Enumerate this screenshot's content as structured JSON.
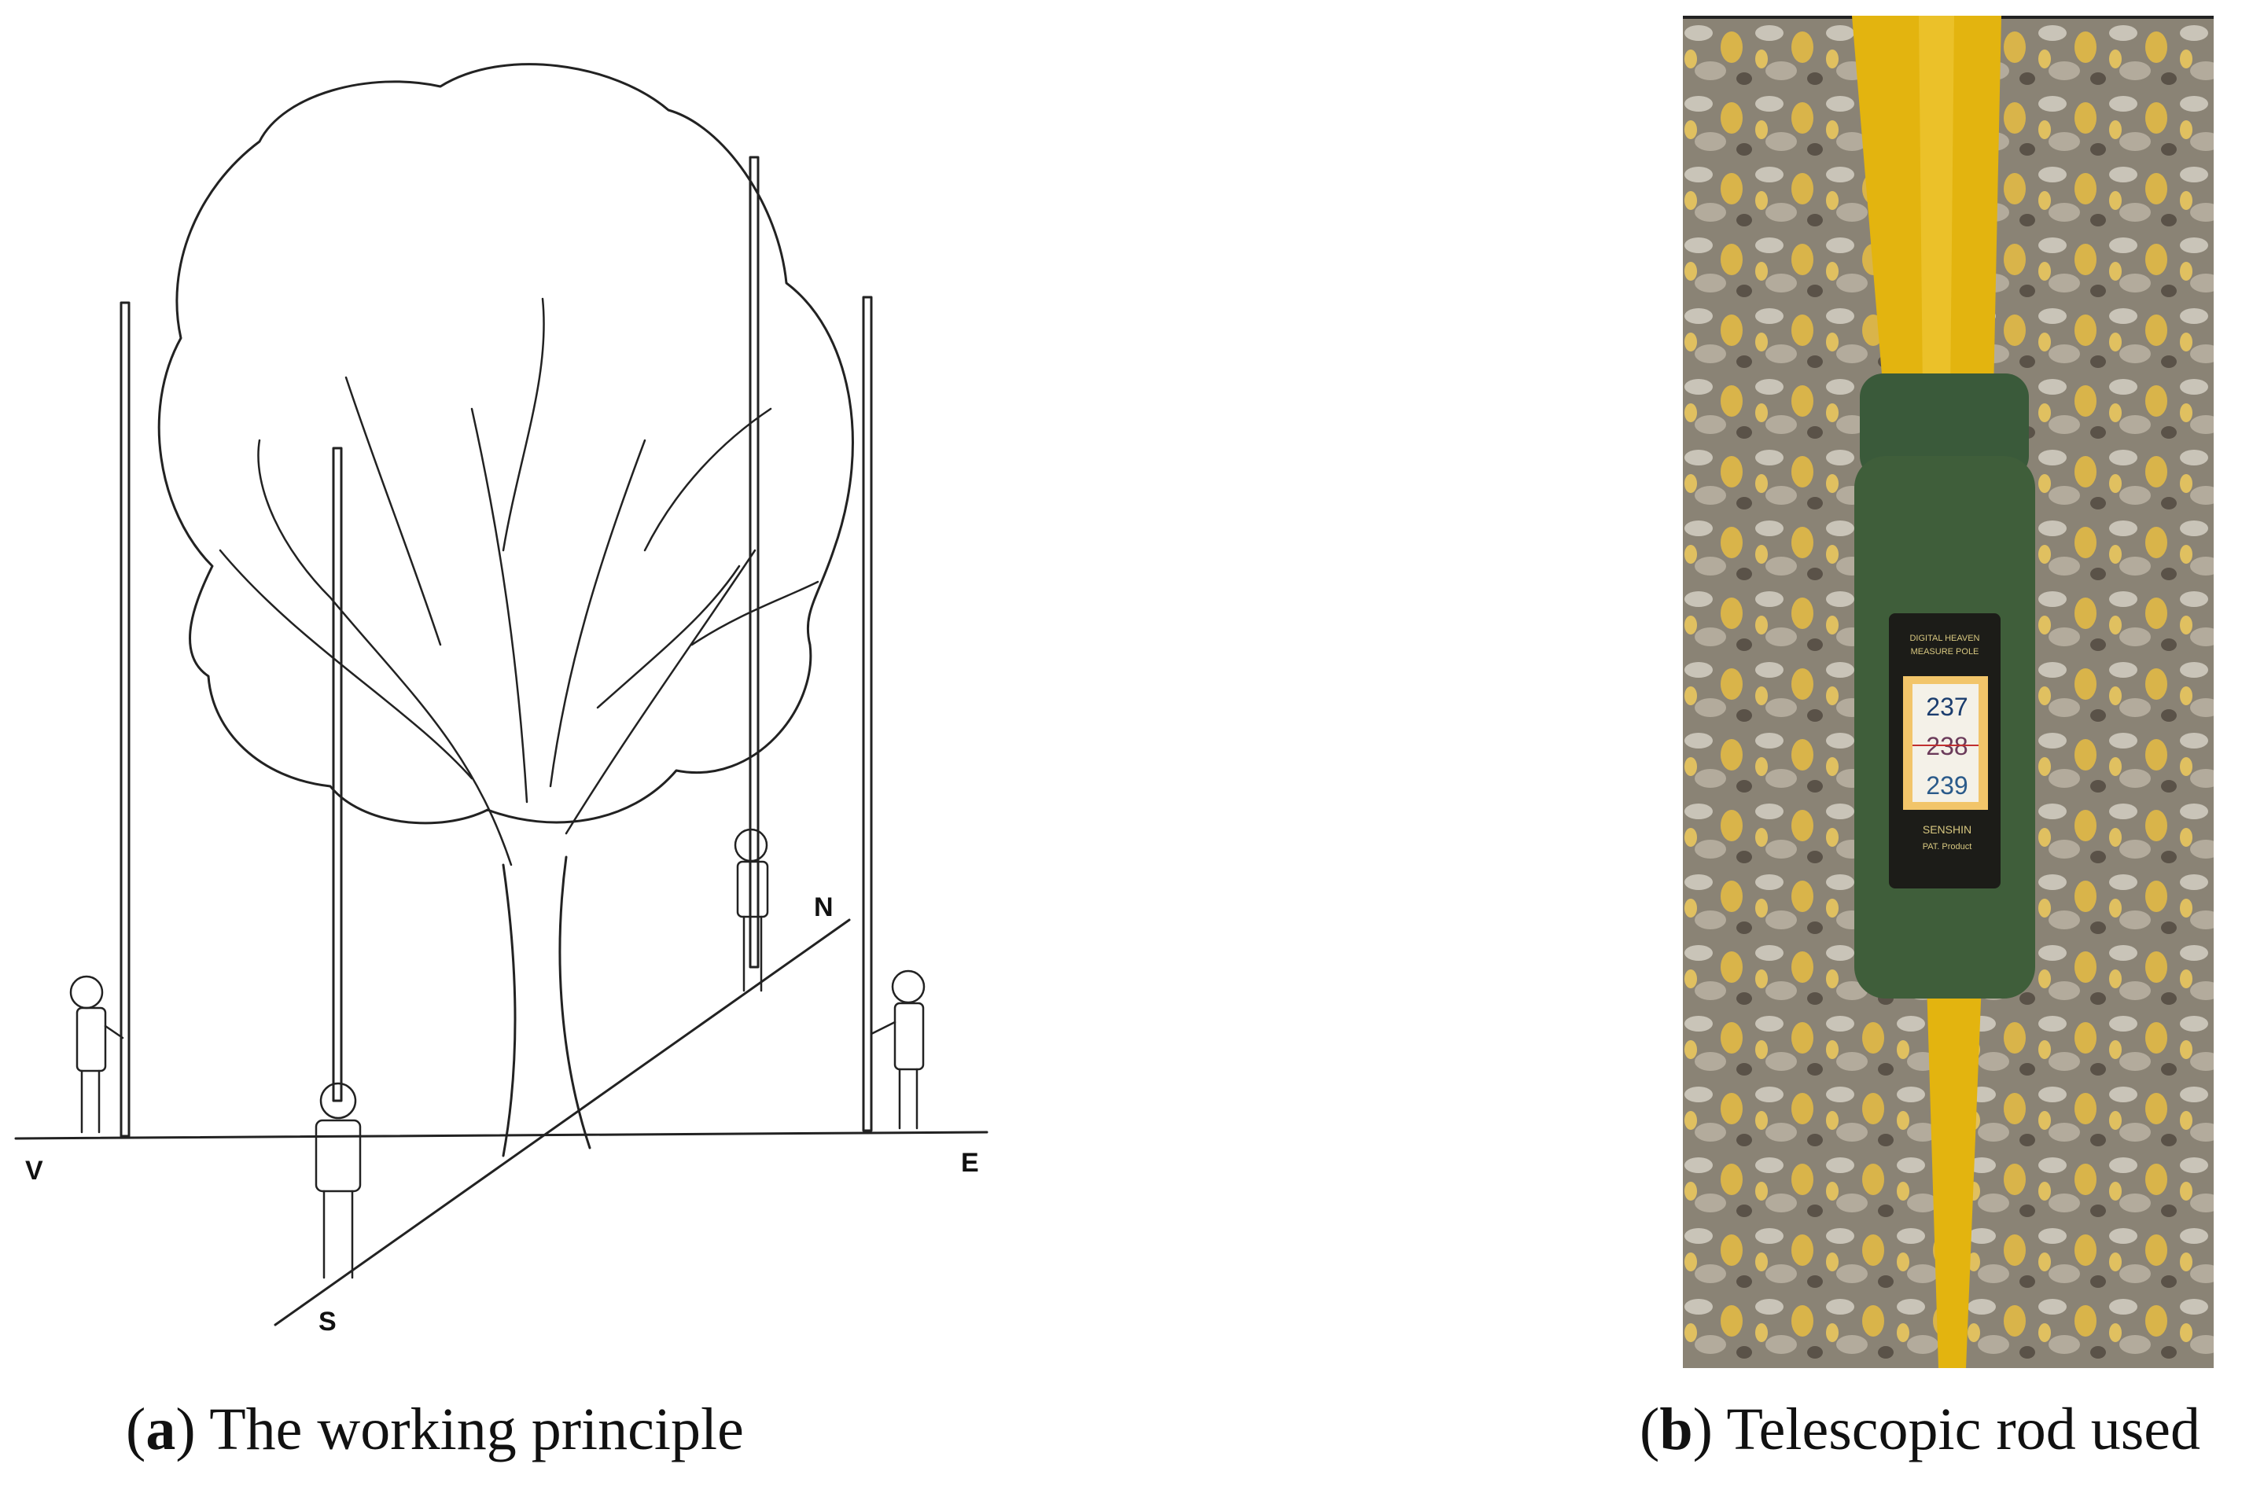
{
  "figure": {
    "panel_a": {
      "direction_labels": {
        "west": "V",
        "east": "E",
        "north": "N",
        "south": "S"
      },
      "caption_letter": "a",
      "caption_text": " The working principle"
    },
    "panel_b": {
      "device_text_line1": "DIGITAL HEAVEN",
      "device_text_line2": "MEASURE POLE",
      "readings": [
        "237",
        "238",
        "239"
      ],
      "brand": "SENSHIN",
      "brand_sub": "PAT. Product",
      "caption_letter": "b",
      "caption_text": " Telescopic rod used"
    }
  },
  "colors": {
    "rod_yellow": "#e3b40f",
    "device_green": "#3f5e3a",
    "display_amber": "#f2c56a",
    "leaf_bg": "#8a8375"
  }
}
